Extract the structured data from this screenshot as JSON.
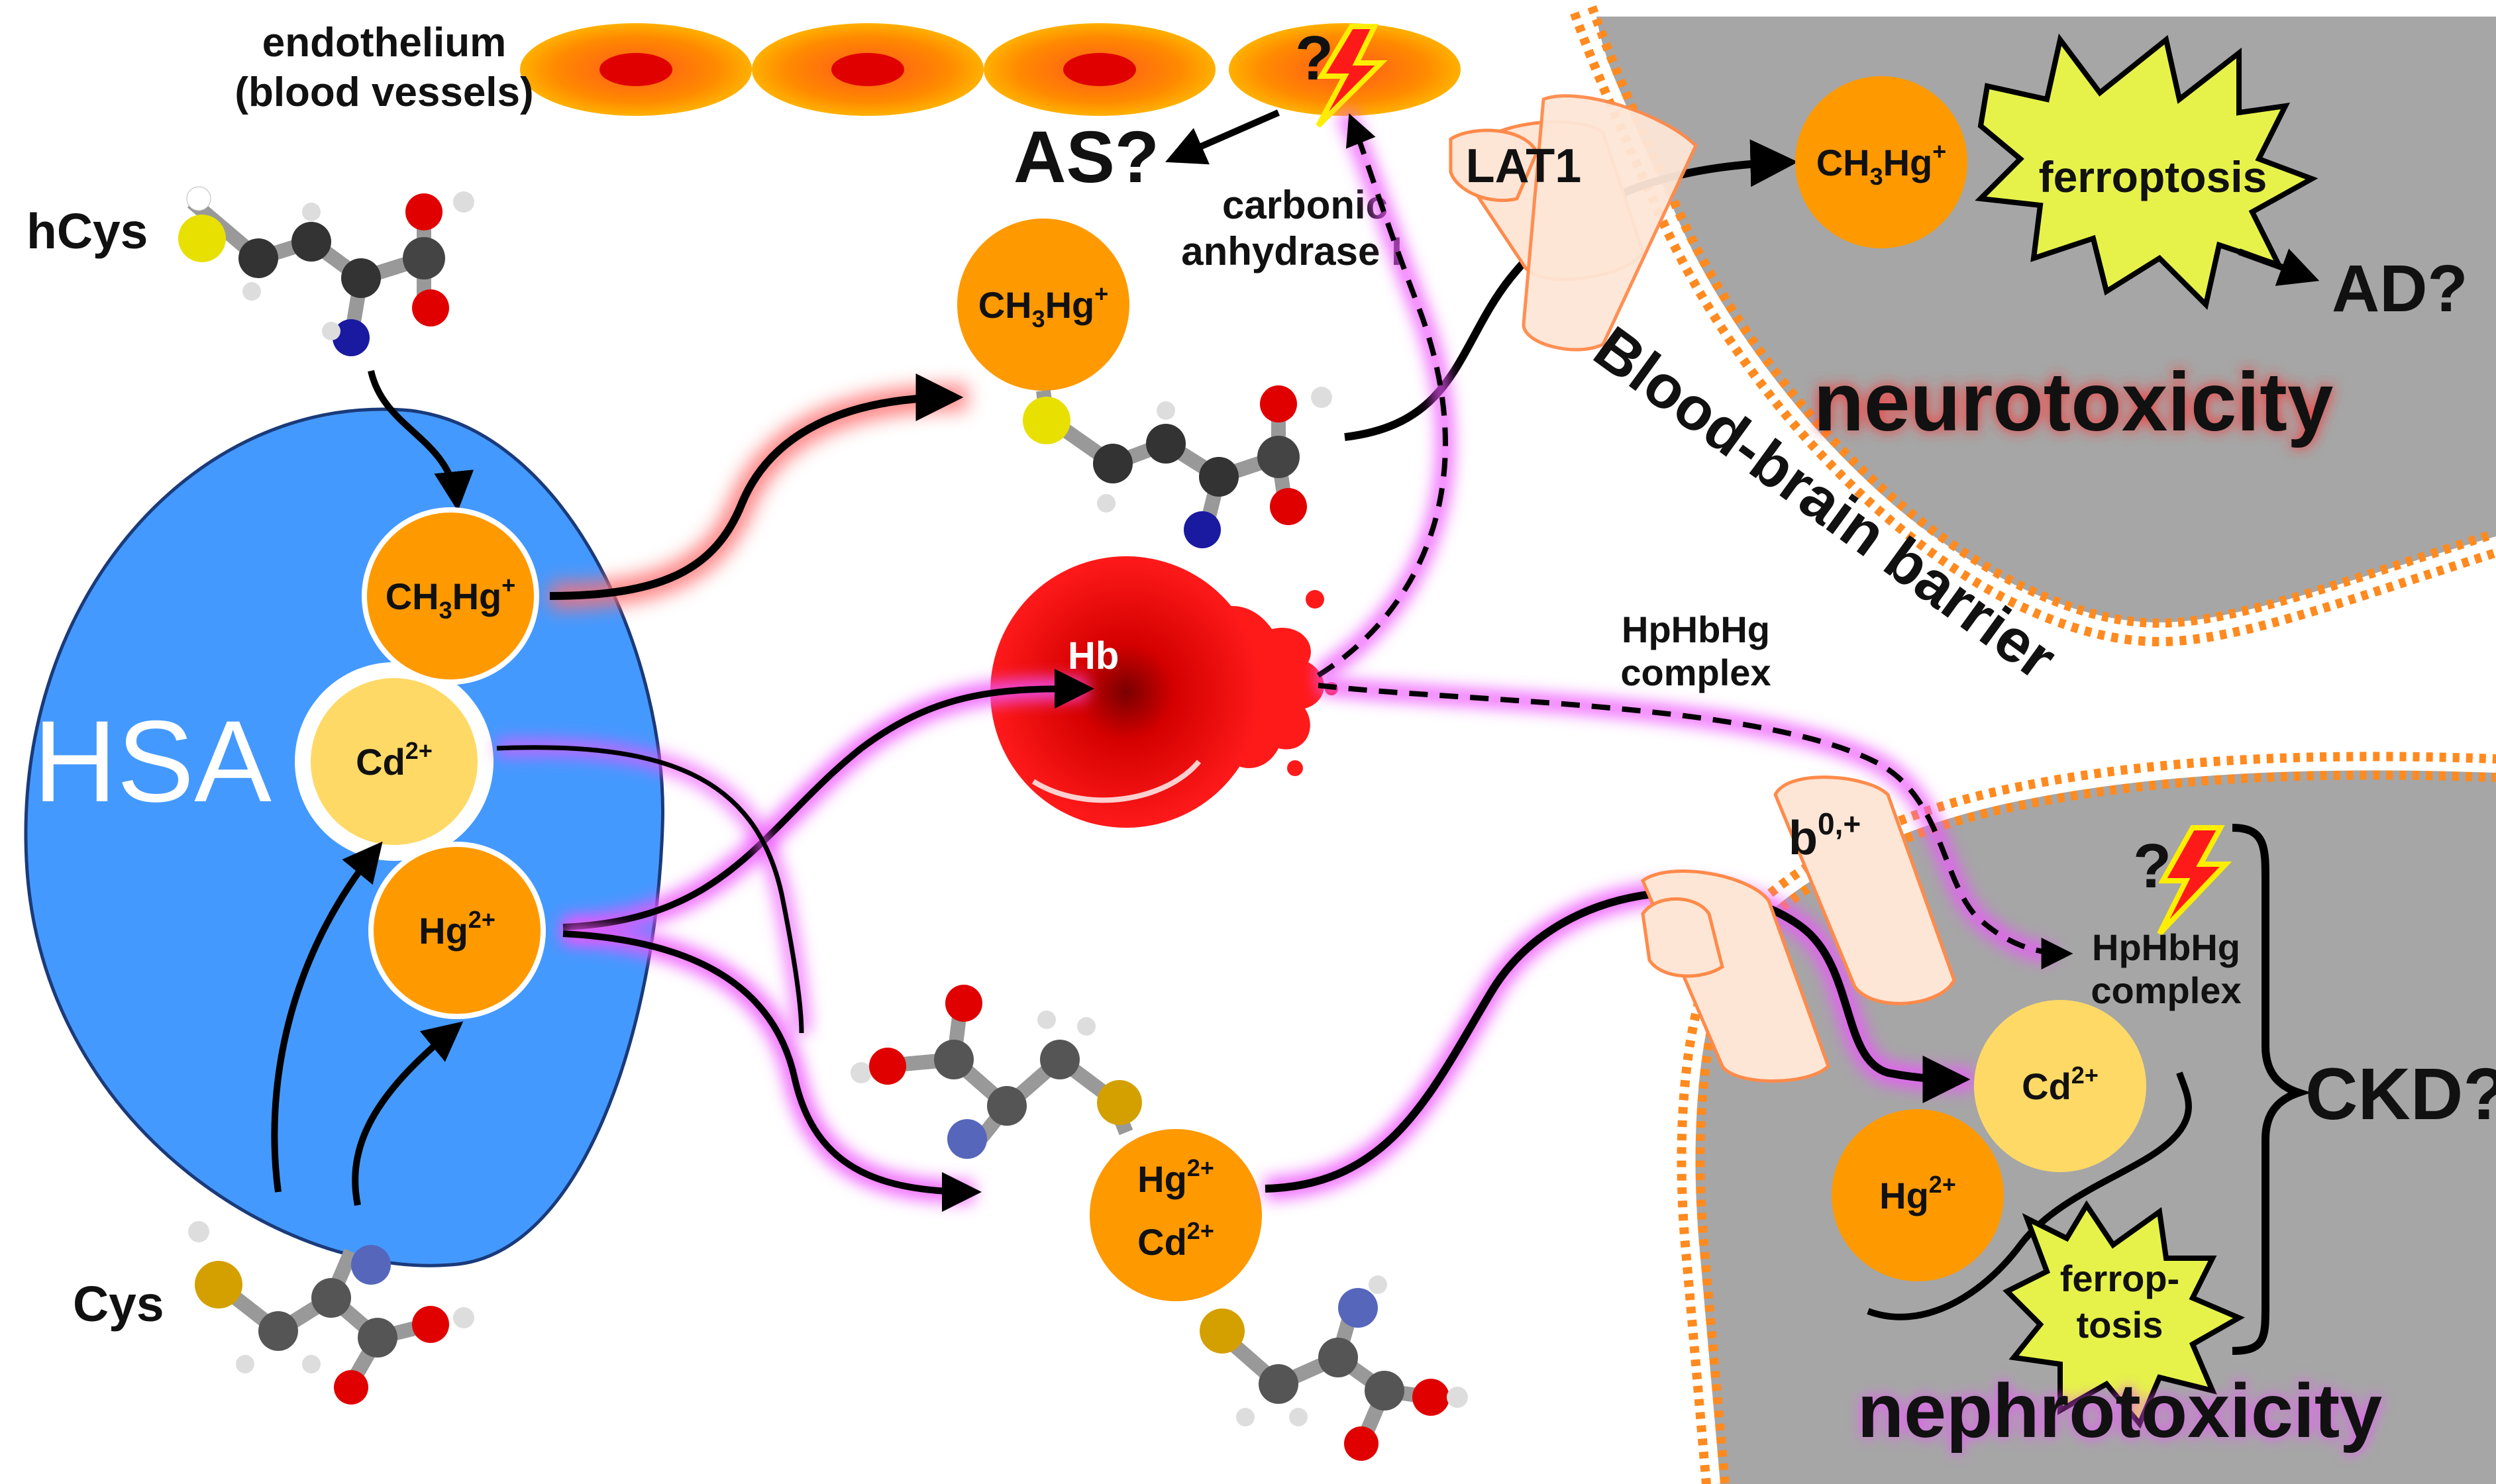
{
  "labels": {
    "endothelium_line1": "endothelium",
    "endothelium_line2": "(blood vessels)",
    "hcys": "hCys",
    "cys": "Cys",
    "hsa": "HSA",
    "as": "AS?",
    "carbonic_line1": "carbonic",
    "carbonic_line2": "anhydrase I",
    "lat1": "LAT1",
    "ferroptosis": "ferroptosis",
    "ad": "AD?",
    "neurotoxicity": "neurotoxicity",
    "bbb": "Blood-brain barrier",
    "hphbhg_line1": "HpHbHg",
    "hphbhg_line2": "complex",
    "b0plus_base": "b",
    "b0plus_sup": "0,+",
    "ckd": "CKD?",
    "ferrop_line1": "ferrop-",
    "ferrop_line2": "tosis",
    "nephrotoxicity": "nephrotoxicity",
    "hb": "Hb",
    "question": "?"
  },
  "species": {
    "ch3hg_base": "CH",
    "ch3hg_sub": "3",
    "ch3hg_hg": "Hg",
    "ch3hg_sup": "+",
    "cd_base": "Cd",
    "cd_sup": "2+",
    "hg_base": "Hg",
    "hg_sup": "2+"
  },
  "colors": {
    "hsa_blue": "#4499ff",
    "orange": "#ff9900",
    "light_yellow": "#ffd966",
    "red": "#ff1a1a",
    "grey": "#a6a6a6",
    "membrane": "#ff8a1f",
    "star": "#e6f24a",
    "glow_red": "#ff6f6f",
    "glow_magenta": "#ee55ff",
    "transporter": "#fde6d6"
  },
  "icons": [
    "lightning-bolt-icon",
    "ferroptosis-starburst-icon",
    "blood-splatter-icon",
    "molecule-model-icon"
  ]
}
